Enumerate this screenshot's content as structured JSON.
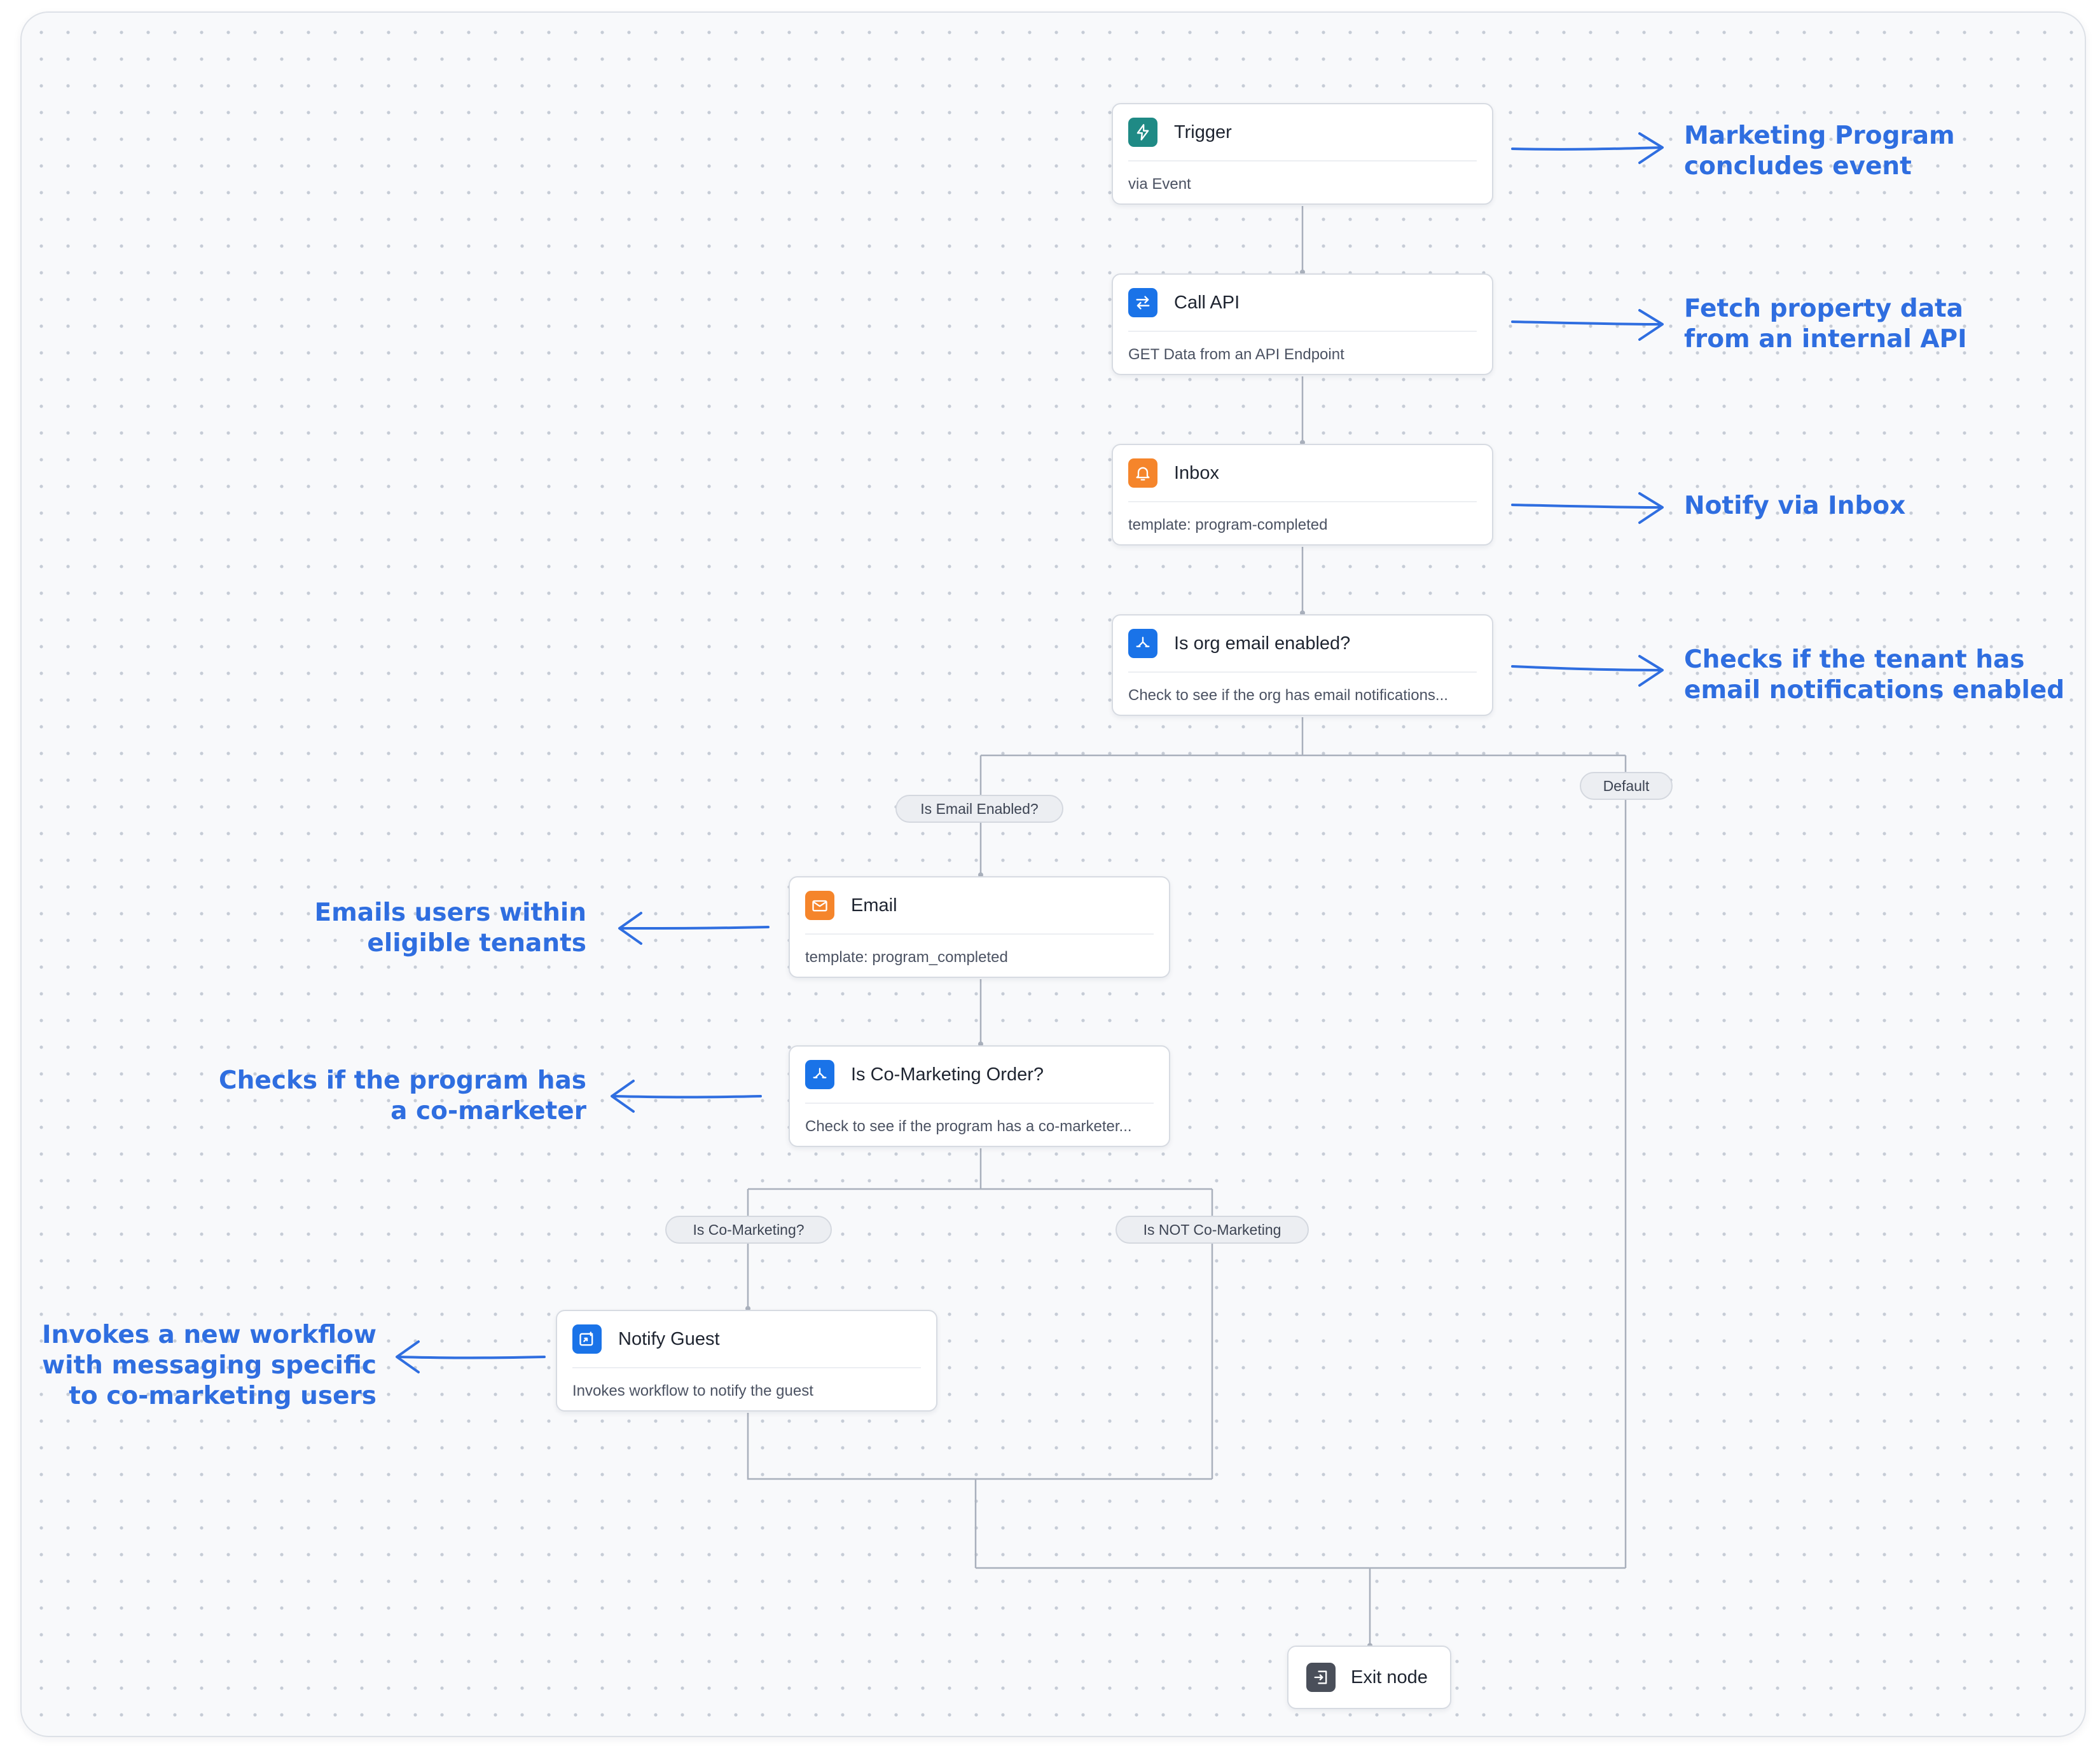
{
  "nodes": {
    "trigger": {
      "title": "Trigger",
      "subtitle": "via Event",
      "icon": "lightning-icon"
    },
    "call_api": {
      "title": "Call API",
      "subtitle": "GET Data from an API Endpoint",
      "icon": "swap-arrows-icon"
    },
    "inbox": {
      "title": "Inbox",
      "subtitle": "template: program-completed",
      "icon": "bell-icon"
    },
    "org_email": {
      "title": "Is org email enabled?",
      "subtitle": "Check to see if the org has email notifications...",
      "icon": "branch-icon"
    },
    "email": {
      "title": "Email",
      "subtitle": "template: program_completed",
      "icon": "envelope-icon"
    },
    "co_marketing": {
      "title": "Is Co-Marketing Order?",
      "subtitle": "Check to see if the program has a co-marketer...",
      "icon": "branch-icon"
    },
    "notify_guest": {
      "title": "Notify Guest",
      "subtitle": "Invokes workflow to notify the guest",
      "icon": "workflow-icon"
    },
    "exit": {
      "title": "Exit node",
      "icon": "exit-icon"
    }
  },
  "branches": {
    "is_email_enabled": "Is Email Enabled?",
    "default": "Default",
    "is_co_marketing": "Is Co-Marketing?",
    "is_not_co_marketing": "Is NOT Co-Marketing"
  },
  "annotations": {
    "trigger": [
      "Marketing Program",
      "concludes event"
    ],
    "call_api": [
      "Fetch property data",
      "from an internal API"
    ],
    "inbox": [
      "Notify via Inbox"
    ],
    "org_email": [
      "Checks if the tenant has",
      "email notifications enabled"
    ],
    "email": [
      "Emails users within",
      "eligible tenants"
    ],
    "co_marketing": [
      "Checks if the program has",
      "a co-marketer"
    ],
    "notify_guest": [
      "Invokes a new workflow",
      "with messaging specific",
      "to co-marketing users"
    ]
  },
  "colors": {
    "annotation": "#2f6ee0",
    "teal_icon": "#1f8a85",
    "blue_icon": "#1a73e8",
    "orange_icon": "#f5852b",
    "dark_icon": "#4a4f5a",
    "connector": "#a9b0bc"
  }
}
